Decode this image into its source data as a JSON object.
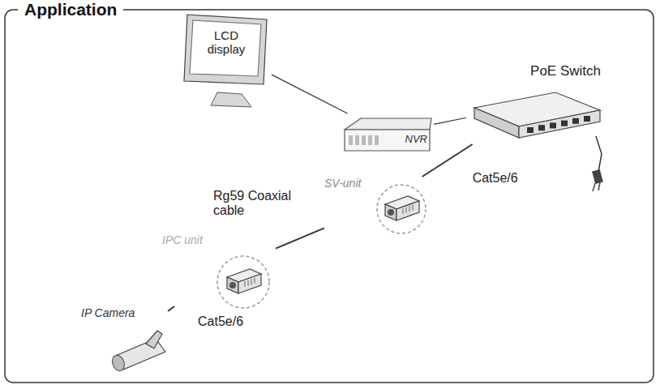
{
  "diagram": {
    "title": "Application",
    "nodes": [
      {
        "text": [
          "LCD display"
        ]
      },
      {
        "text": [
          "NVR"
        ]
      },
      {
        "text": [
          "PoE Switch"
        ]
      },
      {
        "text": [
          "SV-unit"
        ]
      },
      {
        "text": [
          "IPC unit"
        ]
      },
      {
        "text": [
          "IP Camera"
        ]
      }
    ],
    "edges": [
      {
        "from": 0,
        "to": 1,
        "arrow": "none"
      },
      {
        "from": 1,
        "to": 2,
        "arrow": "none"
      },
      {
        "from": 2,
        "to": 3,
        "label": "Cat5e/6",
        "arrow": "none"
      },
      {
        "from": 3,
        "to": 4,
        "label": "Rg59 Coaxial cable",
        "arrow": "none"
      },
      {
        "from": 4,
        "to": 5,
        "label": "Cat5e/6",
        "arrow": "none"
      }
    ]
  }
}
